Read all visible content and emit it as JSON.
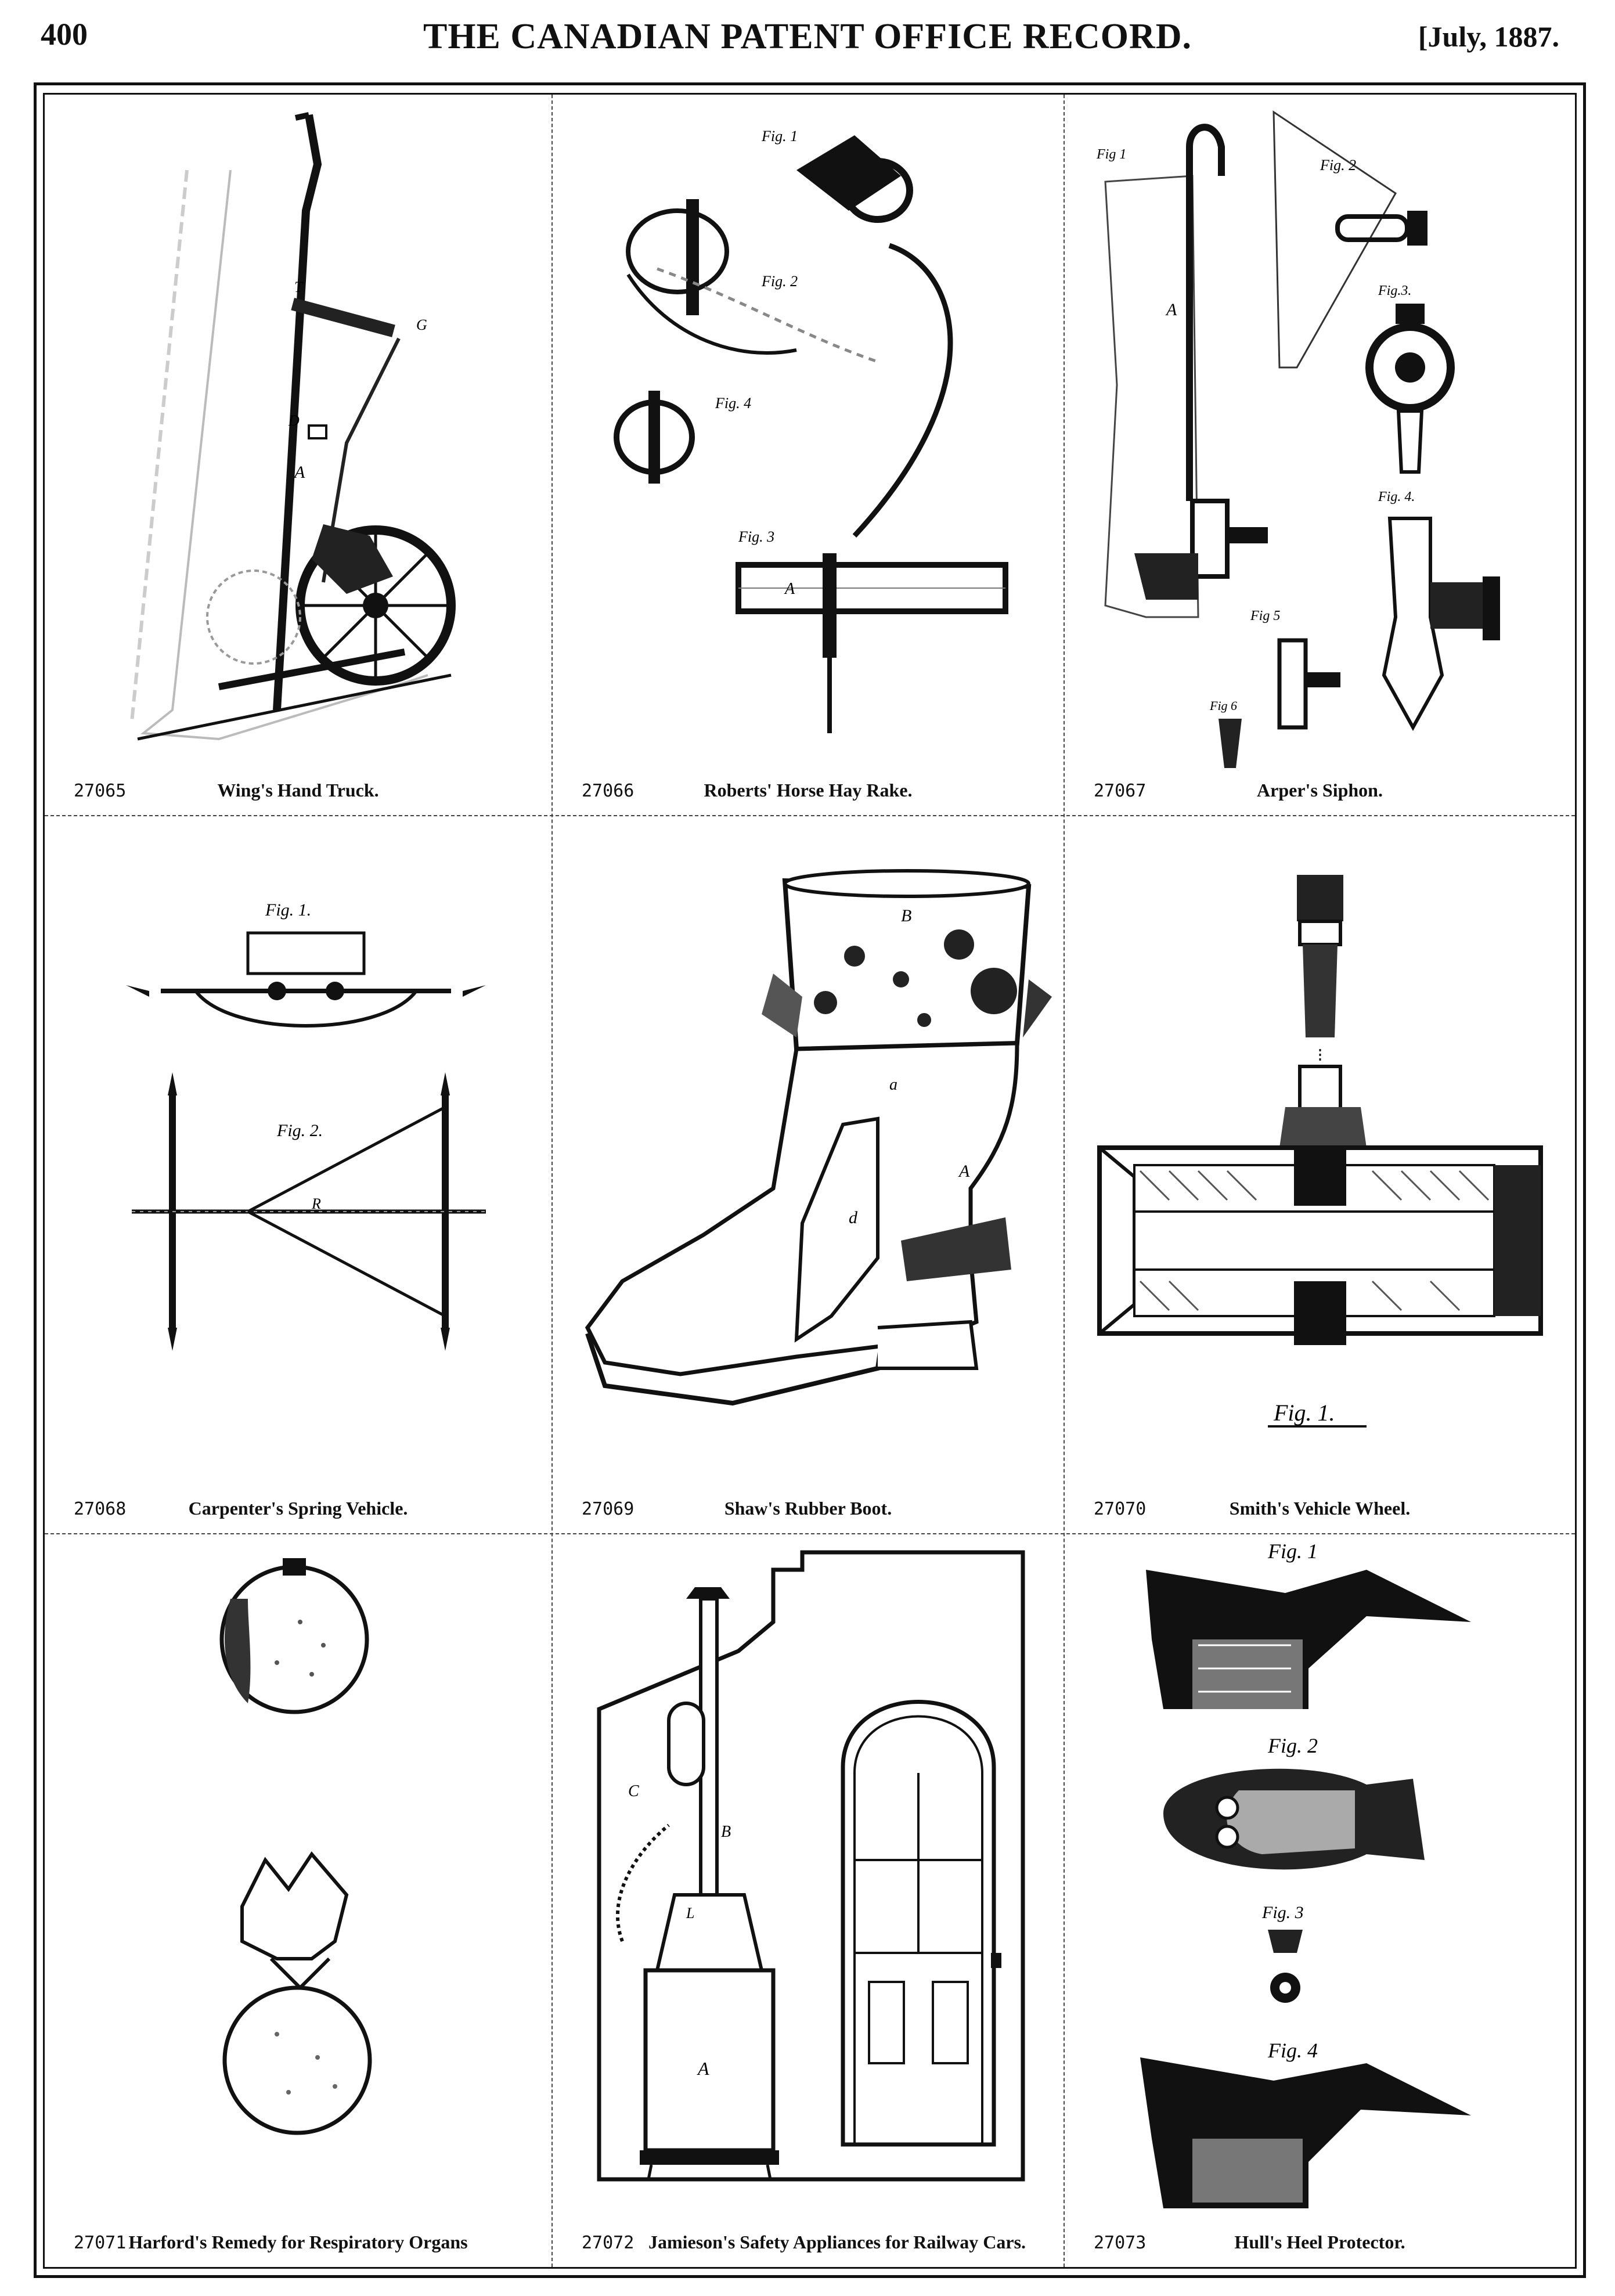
{
  "header": {
    "page_number": "400",
    "title": "THE CANADIAN PATENT OFFICE RECORD.",
    "date": "[July, 1887."
  },
  "patents": [
    {
      "number": "27065",
      "title": "Wing's Hand Truck."
    },
    {
      "number": "27066",
      "title": "Roberts' Horse Hay Rake."
    },
    {
      "number": "27067",
      "title": "Arper's Siphon."
    },
    {
      "number": "27068",
      "title": "Carpenter's Spring Vehicle."
    },
    {
      "number": "27069",
      "title": "Shaw's Rubber Boot."
    },
    {
      "number": "27070",
      "title": "Smith's Vehicle Wheel."
    },
    {
      "number": "27071",
      "title": "Harford's Remedy for Respiratory Organs"
    },
    {
      "number": "27072",
      "title": "Jamieson's Safety Appliances for Railway Cars."
    },
    {
      "number": "27073",
      "title": "Hull's Heel Protector."
    }
  ],
  "figure_labels": {
    "siphon": [
      "Fig 1",
      "Fig. 2",
      "Fig.3.",
      "Fig. 4.",
      "Fig 5",
      "Fig 6"
    ],
    "spring_vehicle": [
      "Fig. 1.",
      "Fig. 2."
    ],
    "wheel": [
      "Fig. 1."
    ],
    "heel": [
      "Fig. 1",
      "Fig. 2",
      "Fig. 3",
      "Fig. 4"
    ],
    "hay_rake": [
      "Fig. 1",
      "Fig. 2",
      "Fig. 3",
      "Fig. 4"
    ]
  }
}
